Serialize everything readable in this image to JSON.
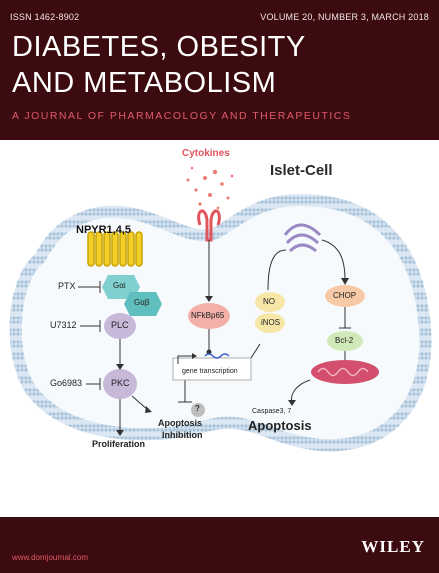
{
  "journal": {
    "issn": "ISSN 1462-8902",
    "volume": "VOLUME 20, NUMBER 3, MARCH 2018",
    "title_line1": "DIABETES, OBESITY",
    "title_line2": "AND METABOLISM",
    "subtitle": "A JOURNAL OF PHARMACOLOGY AND THERAPEUTICS",
    "website": "www.domjournal.com",
    "publisher": "WILEY"
  },
  "figure": {
    "cytokines": "Cytokines",
    "cell_label": "Islet-Cell",
    "receptor": "NPYR1,4,5",
    "ptx": "PTX",
    "g_alpha": "Gαi",
    "g_beta": "Gαβ",
    "u7312": "U7312",
    "plc": "PLC",
    "go6983": "Go6983",
    "pkc": "PKC",
    "proliferation": "Proliferation",
    "apoptosis_inhibition_1": "Apoptosis",
    "apoptosis_inhibition_2": "Inhibition",
    "question": "?",
    "nfkb": "NFkBp65",
    "gene_transcription": "gene transcription",
    "no": "NO",
    "inos": "iNOS",
    "chop": "CHOP",
    "bcl2": "Bcl-2",
    "caspase": "Caspase3, 7",
    "apoptosis": "Apoptosis"
  },
  "colors": {
    "background": "#3b0b10",
    "accent": "#e05a6a",
    "membrane": "#c8dcec"
  }
}
